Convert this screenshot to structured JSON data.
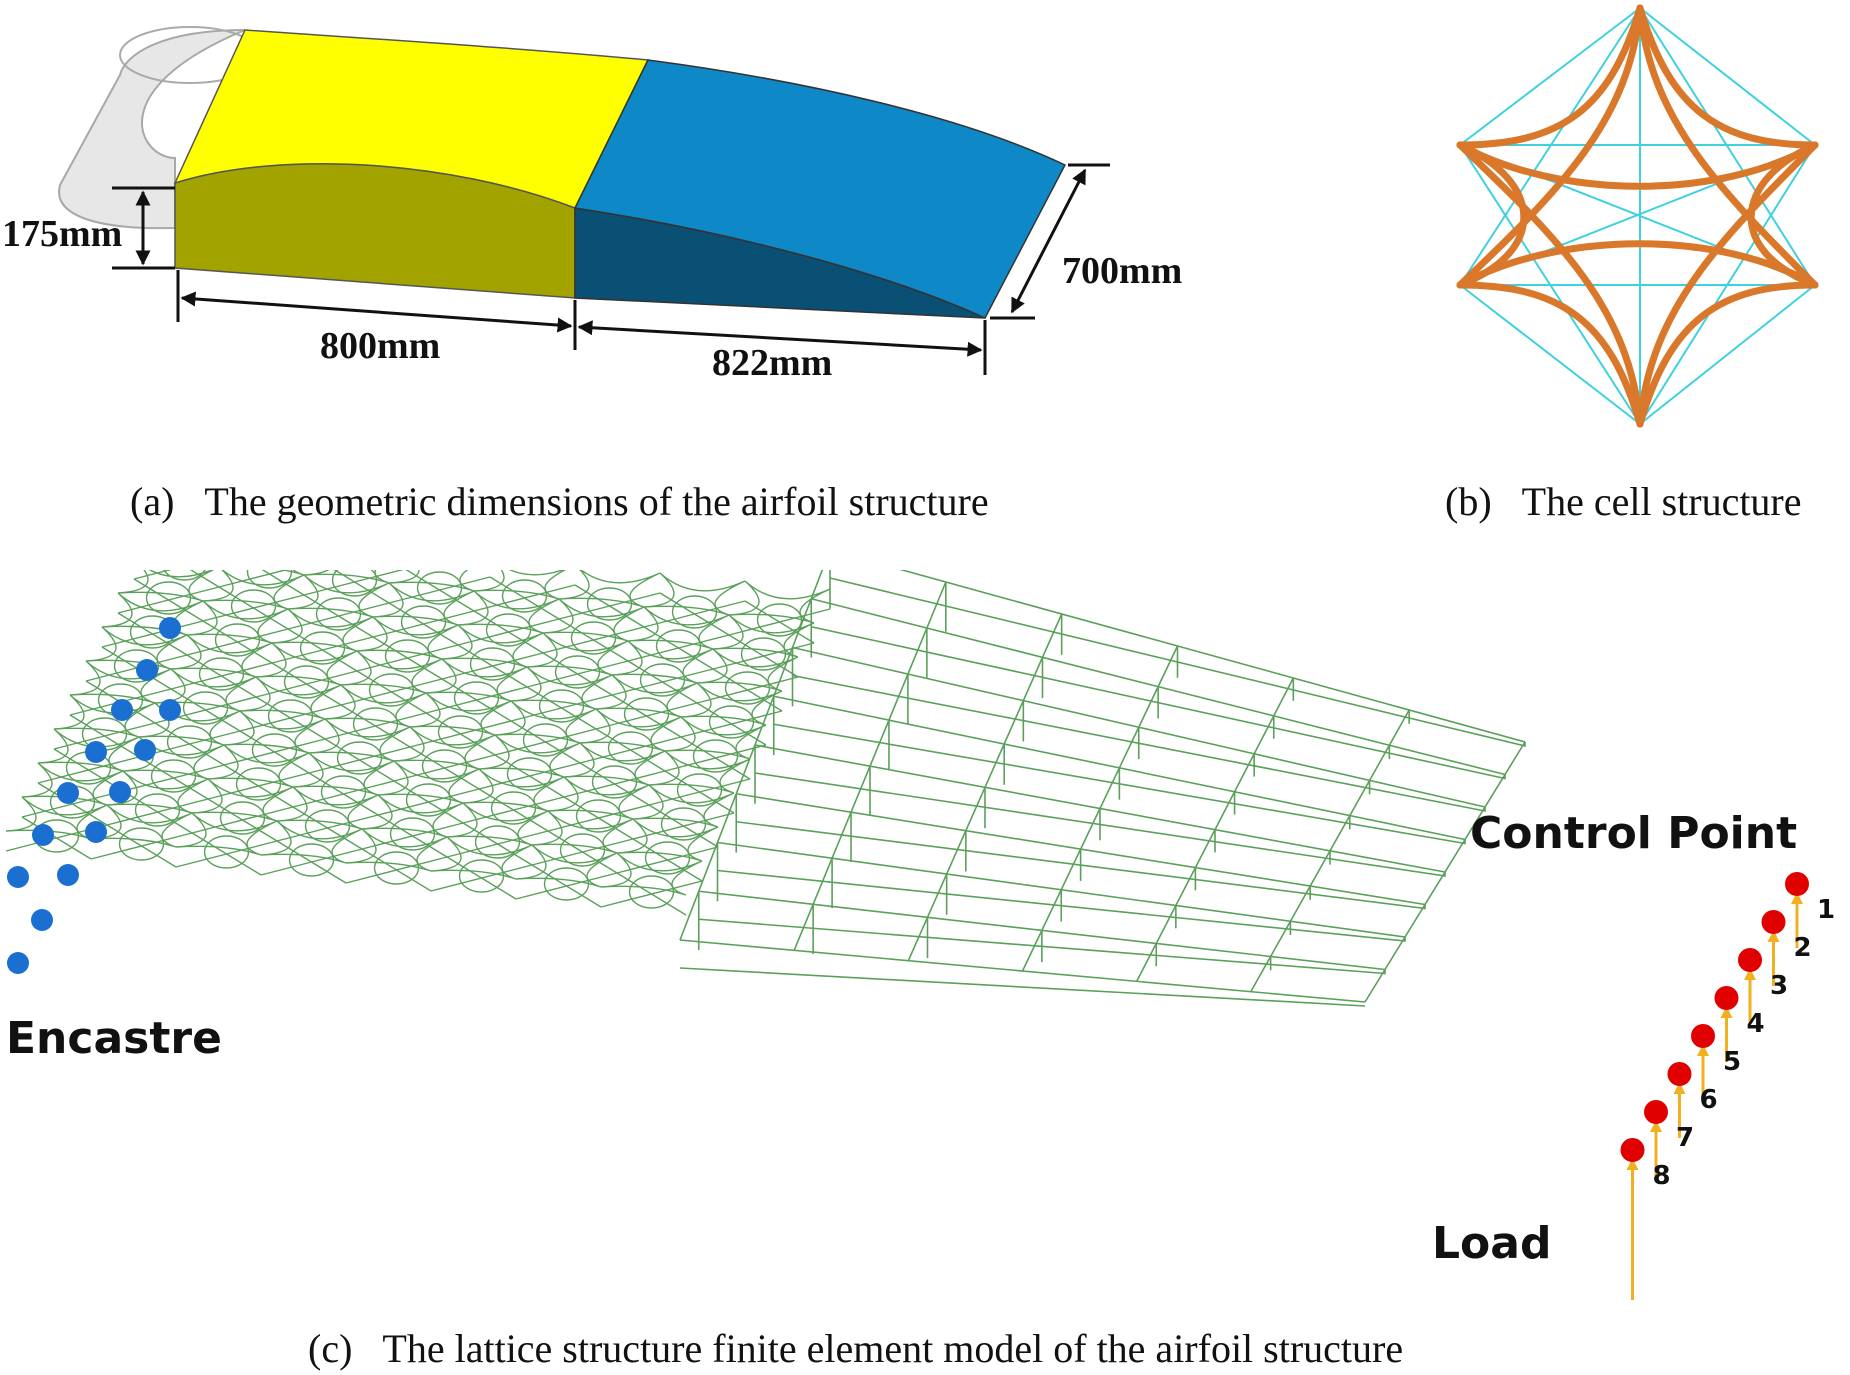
{
  "panel_a": {
    "dimensions": {
      "height": "175mm",
      "chord_1": "800mm",
      "chord_2": "822mm",
      "span": "700mm"
    },
    "colors": {
      "front_top": "#ffff00",
      "front_side": "#a3a300",
      "rear_top": "#0e88c6",
      "rear_side": "#0a4f74",
      "nose": "#d9d9d9"
    },
    "caption_tag": "(a)",
    "caption": "The geometric dimensions of the airfoil structure"
  },
  "panel_b": {
    "colors": {
      "struts": "#d9782a",
      "diagonals": "#3fd1e0"
    },
    "caption_tag": "(b)",
    "caption": "The cell structure"
  },
  "panel_c": {
    "labels": {
      "encastre": "Encastre",
      "control_point": "Control Point",
      "load": "Load"
    },
    "point_numbers": [
      "1",
      "2",
      "3",
      "4",
      "5",
      "6",
      "7",
      "8"
    ],
    "colors": {
      "lattice": "#5aa05a",
      "encastre_nodes": "#1a6fd1",
      "control_points": "#e00000",
      "load_arrows": "#f0b020"
    },
    "caption_tag": "(c)",
    "caption": "The lattice structure finite element model of the airfoil structure"
  }
}
